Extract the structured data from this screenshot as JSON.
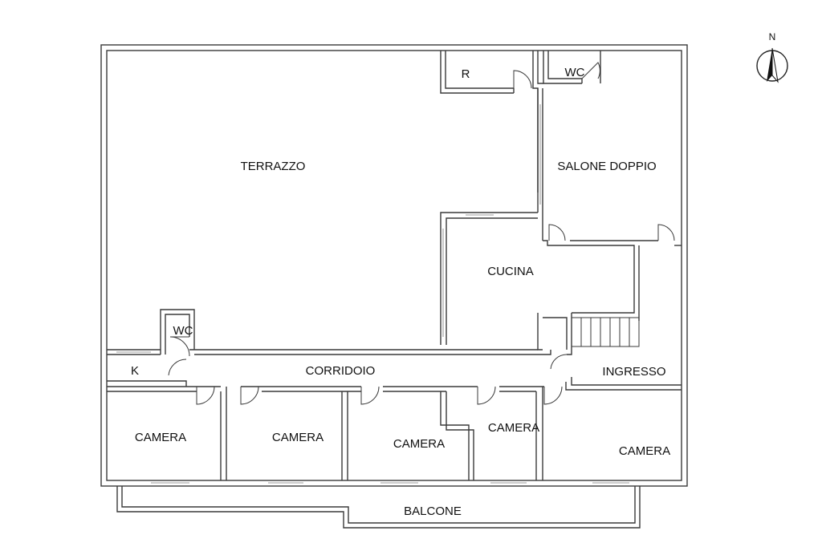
{
  "plan": {
    "rooms": {
      "terrazzo": "TERRAZZO",
      "r": "R",
      "wc_top": "WC",
      "salone": "SALONE DOPPIO",
      "cucina": "CUCINA",
      "wc_left": "WC",
      "k": "K",
      "corridoio": "CORRIDOIO",
      "ingresso": "INGRESSO",
      "camera1": "CAMERA",
      "camera2": "CAMERA",
      "camera3": "CAMERA",
      "camera4": "CAMERA",
      "camera5": "CAMERA",
      "balcone": "BALCONE"
    },
    "compass": {
      "label": "N"
    }
  }
}
